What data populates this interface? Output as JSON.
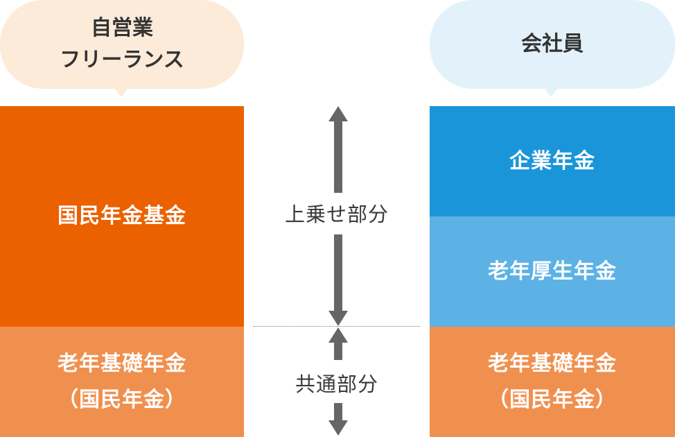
{
  "bubbles": {
    "left": {
      "line1": "自営業",
      "line2": "フリーランス"
    },
    "right": {
      "line1": "会社員"
    }
  },
  "blocks": {
    "kokumin_kikin": "国民年金基金",
    "kiso_left": {
      "line1": "老年基礎年金",
      "line2": "（国民年金）"
    },
    "kigyo": "企業年金",
    "kosei": "老年厚生年金",
    "kiso_right": {
      "line1": "老年基礎年金",
      "line2": "（国民年金）"
    }
  },
  "middle": {
    "uwanose": "上乗せ部分",
    "kyotsu": "共通部分"
  },
  "colors": {
    "orange_dark": "#eb6100",
    "orange_light": "#f0904f",
    "blue_dark": "#1b95d9",
    "blue_light": "#5cb2e4",
    "bubble_left": "#fcebd8",
    "bubble_right": "#e3f1fa",
    "arrow": "#666666"
  }
}
